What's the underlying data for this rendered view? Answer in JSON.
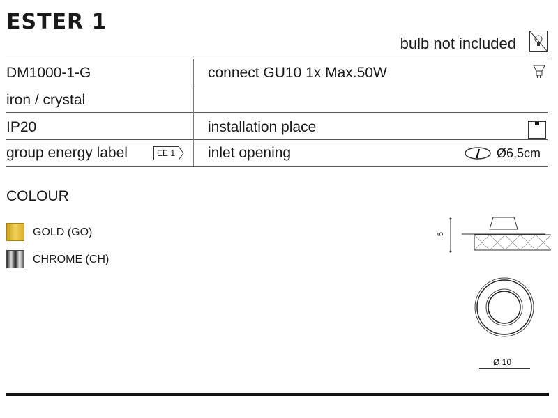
{
  "title": "ESTER 1",
  "bulb_note": "bulb not included",
  "specs": {
    "code": "DM1000-1-G",
    "material": "iron / crystal",
    "ip": "IP20",
    "energy_label": "group energy label",
    "energy_badge": "EE 1",
    "connect": "connect GU10 1x Max.50W",
    "installation": "installation place",
    "inlet": "inlet opening",
    "inlet_value": "Ø6,5cm"
  },
  "colour": {
    "heading": "COLOUR",
    "items": [
      {
        "label": "GOLD (GO)",
        "color": "#d9b02a"
      },
      {
        "label": "CHROME (CH)",
        "color": "#888888"
      }
    ]
  },
  "drawing": {
    "height": "5",
    "diameter": "Ø 10"
  }
}
